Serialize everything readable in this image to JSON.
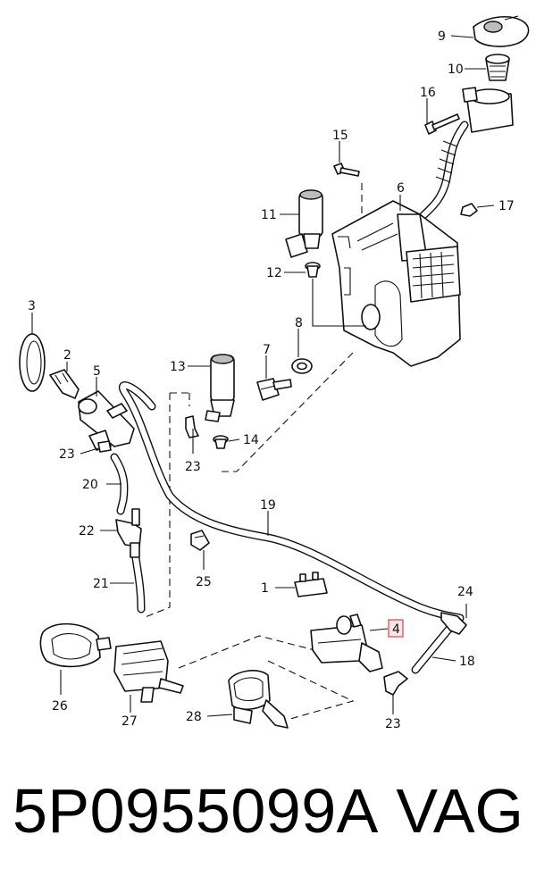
{
  "diagram": {
    "callouts": [
      {
        "id": "c1",
        "text": "1"
      },
      {
        "id": "c2",
        "text": "2"
      },
      {
        "id": "c3",
        "text": "3"
      },
      {
        "id": "c4",
        "text": "4",
        "highlighted": true
      },
      {
        "id": "c5",
        "text": "5"
      },
      {
        "id": "c6",
        "text": "6"
      },
      {
        "id": "c7",
        "text": "7"
      },
      {
        "id": "c8",
        "text": "8"
      },
      {
        "id": "c9",
        "text": "9"
      },
      {
        "id": "c10",
        "text": "10"
      },
      {
        "id": "c11",
        "text": "11"
      },
      {
        "id": "c12",
        "text": "12"
      },
      {
        "id": "c13",
        "text": "13"
      },
      {
        "id": "c14",
        "text": "14"
      },
      {
        "id": "c15",
        "text": "15"
      },
      {
        "id": "c16",
        "text": "16"
      },
      {
        "id": "c17",
        "text": "17"
      },
      {
        "id": "c18",
        "text": "18"
      },
      {
        "id": "c19",
        "text": "19"
      },
      {
        "id": "c20",
        "text": "20"
      },
      {
        "id": "c21",
        "text": "21"
      },
      {
        "id": "c22",
        "text": "22"
      },
      {
        "id": "c23a",
        "text": "23"
      },
      {
        "id": "c23b",
        "text": "23"
      },
      {
        "id": "c23c",
        "text": "23"
      },
      {
        "id": "c24",
        "text": "24"
      },
      {
        "id": "c25",
        "text": "25"
      },
      {
        "id": "c26",
        "text": "26"
      },
      {
        "id": "c27",
        "text": "27"
      },
      {
        "id": "c28",
        "text": "28"
      }
    ],
    "highlight_color": "#e35b5b"
  },
  "caption": {
    "part_number": "5P0955099A",
    "brand": "VAG"
  }
}
